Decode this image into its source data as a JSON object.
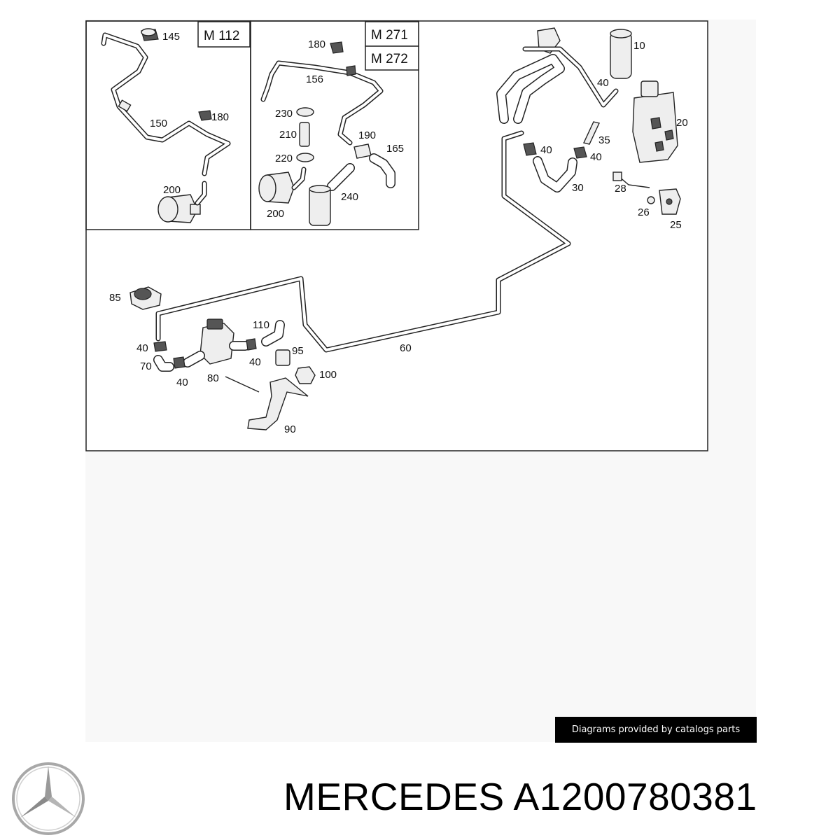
{
  "diagram": {
    "engine_labels": [
      "M 112",
      "M 271",
      "M 272"
    ],
    "part_labels": [
      "145",
      "150",
      "180",
      "200",
      "180",
      "156",
      "230",
      "210",
      "190",
      "165",
      "220",
      "240",
      "200",
      "10",
      "40",
      "20",
      "35",
      "40",
      "40",
      "30",
      "28",
      "26",
      "25",
      "85",
      "110",
      "95",
      "60",
      "40",
      "40",
      "70",
      "40",
      "80",
      "100",
      "90"
    ]
  },
  "caption": "Diagrams provided by catalogs parts",
  "brand": {
    "logo_icon": "mercedes-star-icon",
    "title": "MERCEDES A1200780381"
  }
}
